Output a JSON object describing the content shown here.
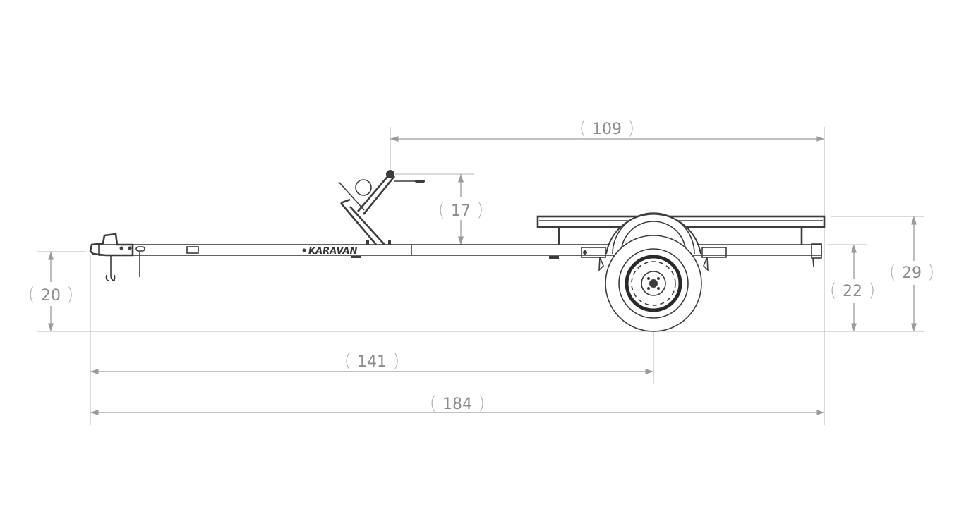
{
  "title": "Trailer side view dimensions",
  "brand": "KARAVAN",
  "dimensions": {
    "deck_length": "109",
    "winch_height": "17",
    "tongue_height": "20",
    "hitch_to_axle": "141",
    "overall_length": "184",
    "frame_height": "22",
    "deck_height": "29"
  },
  "colors": {
    "dimension": "#9a9a9a",
    "drawing": "#3c3c3c"
  }
}
